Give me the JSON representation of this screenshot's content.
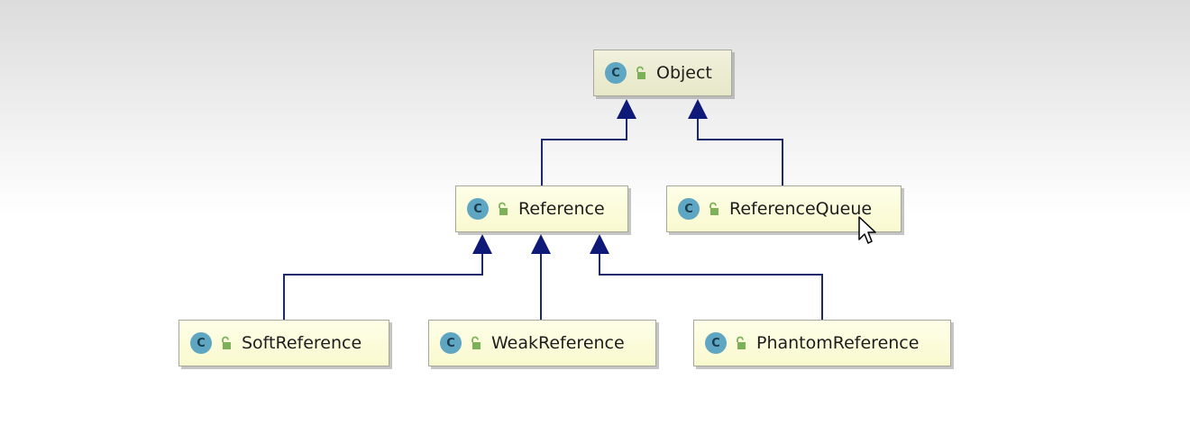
{
  "diagram": {
    "nodes": [
      {
        "id": "object",
        "label": "Object",
        "kind_icon": "class-icon",
        "kind_letter": "C",
        "visibility_icon": "public-lock-icon"
      },
      {
        "id": "reference",
        "label": "Reference",
        "kind_icon": "class-icon",
        "kind_letter": "C",
        "visibility_icon": "public-lock-icon"
      },
      {
        "id": "reference-queue",
        "label": "ReferenceQueue",
        "kind_icon": "class-icon",
        "kind_letter": "C",
        "visibility_icon": "public-lock-icon"
      },
      {
        "id": "soft-reference",
        "label": "SoftReference",
        "kind_icon": "class-icon",
        "kind_letter": "C",
        "visibility_icon": "public-lock-icon"
      },
      {
        "id": "weak-reference",
        "label": "WeakReference",
        "kind_icon": "class-icon",
        "kind_letter": "C",
        "visibility_icon": "public-lock-icon"
      },
      {
        "id": "phantom-reference",
        "label": "PhantomReference",
        "kind_icon": "class-icon",
        "kind_letter": "C",
        "visibility_icon": "public-lock-icon"
      }
    ],
    "edges": [
      {
        "from": "reference",
        "to": "object",
        "type": "extends"
      },
      {
        "from": "reference-queue",
        "to": "object",
        "type": "extends"
      },
      {
        "from": "soft-reference",
        "to": "reference",
        "type": "extends"
      },
      {
        "from": "weak-reference",
        "to": "reference",
        "type": "extends"
      },
      {
        "from": "phantom-reference",
        "to": "reference",
        "type": "extends"
      }
    ],
    "colors": {
      "edge": "#1b2a6b",
      "arrowhead": "#0f1a78",
      "node_fill": "#f9f9cf",
      "node_border": "#a8a89a",
      "class_icon": "#5ea6c2",
      "lock_icon": "#7cb15a"
    },
    "cursor_icon": "mouse-pointer-icon"
  }
}
